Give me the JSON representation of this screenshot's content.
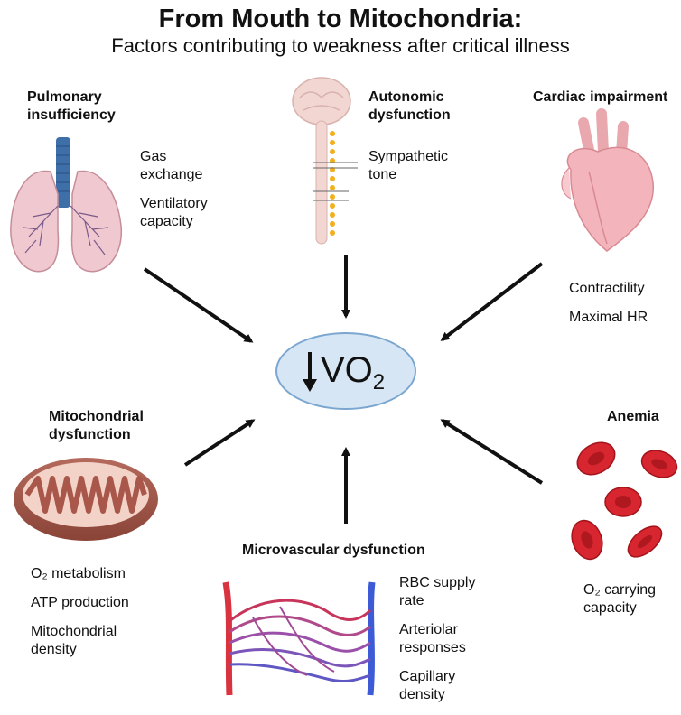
{
  "title": "From Mouth to Mitochondria:",
  "subtitle": "Factors contributing to weakness after critical illness",
  "center": {
    "label_main": "VO",
    "label_sub": "2"
  },
  "pulmonary": {
    "heading": "Pulmonary insufficiency",
    "items": [
      "Gas exchange",
      "Ventilatory capacity"
    ]
  },
  "autonomic": {
    "heading": "Autonomic dysfunction",
    "items": [
      "Sympathetic tone"
    ]
  },
  "cardiac": {
    "heading": "Cardiac impairment",
    "items": [
      "Contractility",
      "Maximal HR"
    ]
  },
  "mitochondrial": {
    "heading": "Mitochondrial dysfunction",
    "items": [
      "O₂ metabolism",
      "ATP production",
      "Mitochondrial density"
    ]
  },
  "anemia": {
    "heading": "Anemia",
    "items": [
      "O₂ carrying capacity"
    ]
  },
  "microvascular": {
    "heading": "Microvascular dysfunction",
    "items": [
      "RBC supply rate",
      "Arteriolar responses",
      "Capillary density"
    ]
  },
  "colors": {
    "vo2_fill": "#d6e6f4",
    "vo2_border": "#7aa6cf",
    "arrow": "#111111",
    "rbc": "#d7262f",
    "artery": "#d9333f",
    "vein": "#3d5bd6"
  }
}
